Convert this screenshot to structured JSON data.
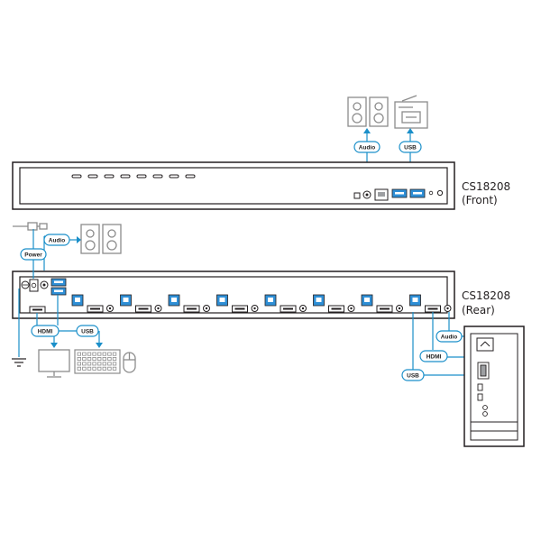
{
  "front_unit": {
    "model": "CS18208",
    "view": "(Front)"
  },
  "rear_unit": {
    "model": "CS18208",
    "view": "(Rear)"
  },
  "tags": {
    "front_audio": "Audio",
    "front_usb": "USB",
    "rear_audio_speakers": "Audio",
    "rear_power": "Power",
    "rear_hdmi_console": "HDMI",
    "rear_usb_console": "USB",
    "pc_audio": "Audio",
    "pc_hdmi": "HDMI",
    "pc_usb": "USB"
  },
  "colors": {
    "accent": "#1a8fc9",
    "usb_blue": "#2f8fd6",
    "outline": "#231f20",
    "grey": "#9d9fa2"
  }
}
